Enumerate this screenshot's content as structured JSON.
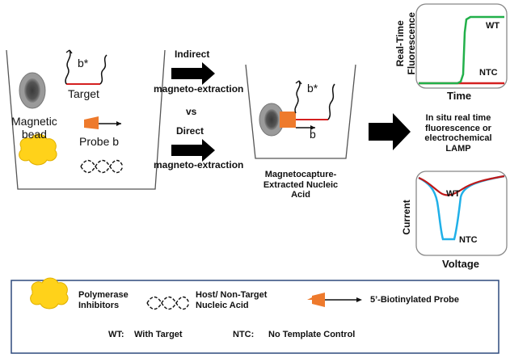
{
  "left_cup": {
    "target_label": "Target",
    "b_star_label": "b*",
    "magnetic_bead_label": "Magnetic\nbead",
    "probe_label": "Probe b"
  },
  "arrows": {
    "indirect_line1": "Indirect",
    "indirect_line2": "magneto-extraction",
    "vs_label": "vs",
    "direct_line1": "Direct",
    "direct_line2": "magneto-extraction"
  },
  "middle_cup": {
    "b_star_label": "b*",
    "b_label": "b",
    "caption": "Magnetocapture-\nExtracted Nucleic\nAcid"
  },
  "detection_text": "In situ real time\nfluorescence or\nelectrochemical\nLAMP",
  "fluorescence_plot": {
    "ylabel": "Real-Time\nFluorescence",
    "xlabel": "Time",
    "wt_label": "WT",
    "ntc_label": "NTC",
    "wt_color": "#22b04a",
    "ntc_color": "#d42020"
  },
  "current_plot": {
    "ylabel": "Current",
    "xlabel": "Voltage",
    "wt_label": "WT",
    "ntc_label": "NTC",
    "wt_color": "#c01818",
    "ntc_color": "#20b0e8"
  },
  "legend": {
    "inhibitors_label": "Polymerase\nInhibitors",
    "host_label": "Host/ Non-Target\nNucleic Acid",
    "probe_label": "5’-Biotinylated Probe",
    "wt_abbr": "WT:",
    "wt_desc": "With Target",
    "ntc_abbr": "NTC:",
    "ntc_desc": "No Template Control"
  }
}
